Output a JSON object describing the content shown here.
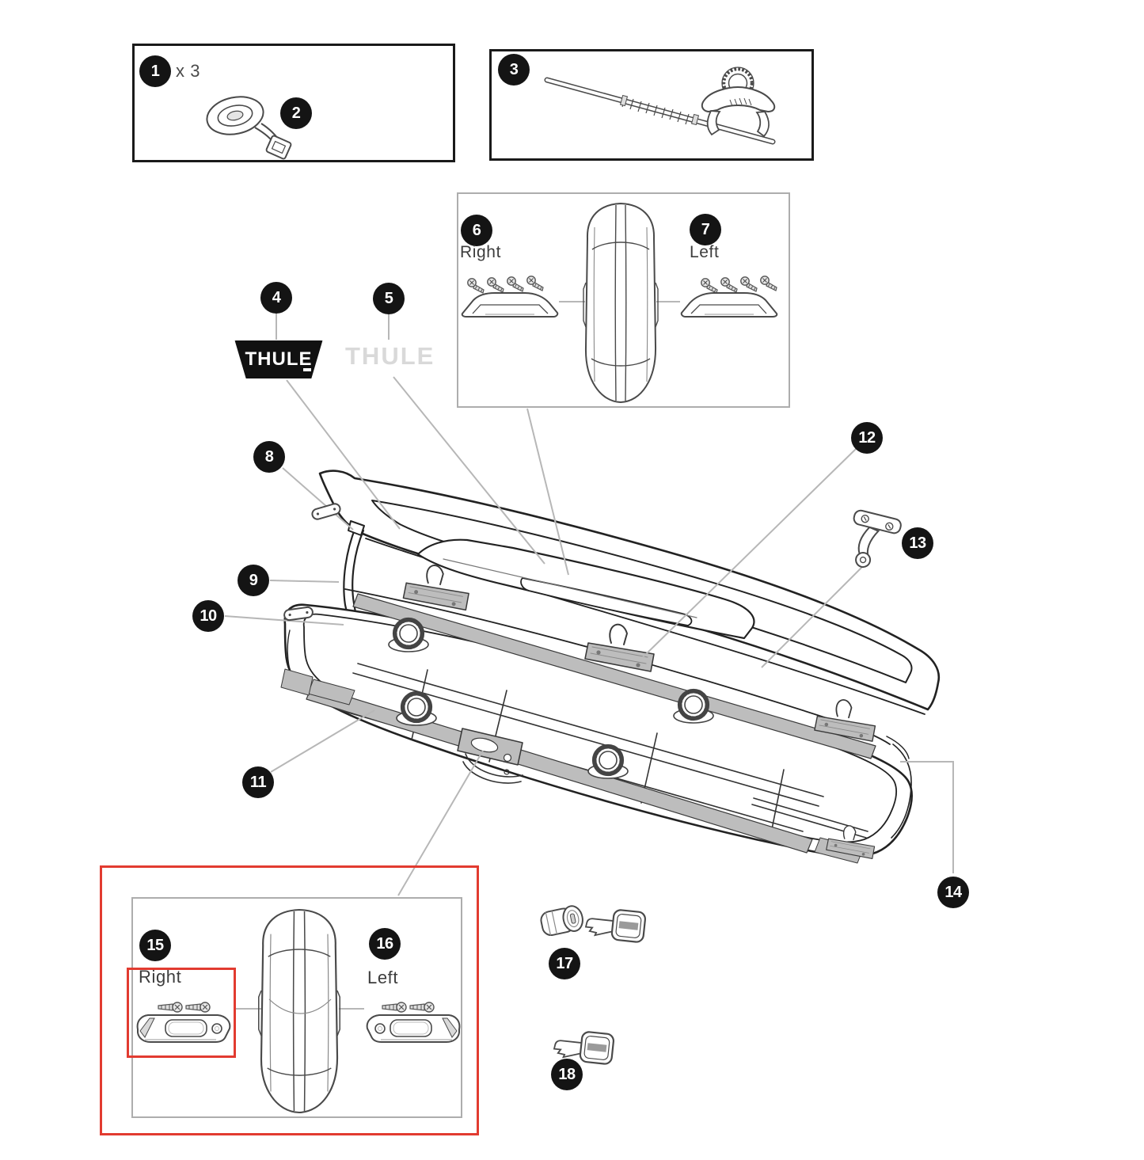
{
  "colors": {
    "ink": "#222222",
    "leader_gray": "#b7b7b7",
    "metal_gray": "#bdbdbd",
    "callout_bg": "#141414",
    "callout_text": "#ffffff",
    "highlight_red": "#e23b30",
    "panel_dark_border": "#1a1a1a",
    "panel_gray_border": "#adadad",
    "ghost_logo_gray": "#d9d9d9",
    "label_text": "#3d3d3d",
    "badge_bg": "#111111"
  },
  "callouts": [
    {
      "number": "1"
    },
    {
      "number": "2"
    },
    {
      "number": "3"
    },
    {
      "number": "4"
    },
    {
      "number": "5"
    },
    {
      "number": "6"
    },
    {
      "number": "7"
    },
    {
      "number": "8"
    },
    {
      "number": "9"
    },
    {
      "number": "10"
    },
    {
      "number": "11"
    },
    {
      "number": "12"
    },
    {
      "number": "13"
    },
    {
      "number": "14"
    },
    {
      "number": "15"
    },
    {
      "number": "16"
    },
    {
      "number": "17"
    },
    {
      "number": "18"
    }
  ],
  "labels": {
    "quantity": "x 3",
    "upper_right": "Right",
    "upper_left": "Left",
    "lower_right": "Right",
    "lower_left": "Left"
  },
  "brand": {
    "badge_text": "THULE",
    "ghost_text": "THULE"
  }
}
